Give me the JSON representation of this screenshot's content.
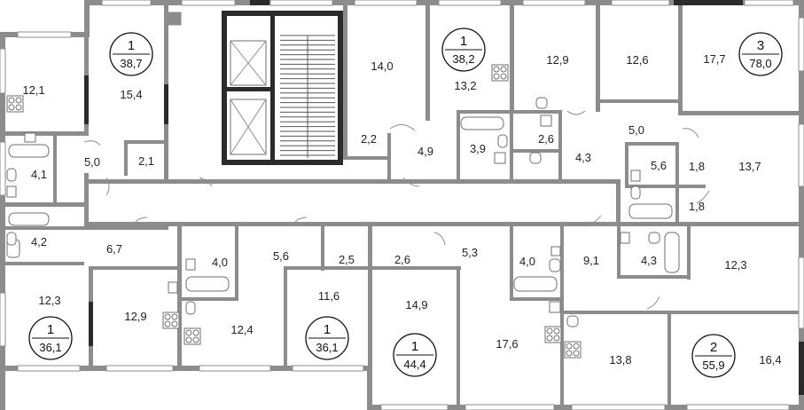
{
  "rooms": [
    {
      "label": "12,1"
    },
    {
      "label": "15,4"
    },
    {
      "label": "4,1"
    },
    {
      "label": "5,0"
    },
    {
      "label": "2,1"
    },
    {
      "label": "14,0"
    },
    {
      "label": "13,2"
    },
    {
      "label": "12,9"
    },
    {
      "label": "12,6"
    },
    {
      "label": "17,7"
    },
    {
      "label": "2,2"
    },
    {
      "label": "4,9"
    },
    {
      "label": "3,9"
    },
    {
      "label": "2,6"
    },
    {
      "label": "4,3"
    },
    {
      "label": "5,0"
    },
    {
      "label": "5,6"
    },
    {
      "label": "1,8"
    },
    {
      "label": "13,7"
    },
    {
      "label": "1,8"
    },
    {
      "label": "4,2"
    },
    {
      "label": "6,7"
    },
    {
      "label": "4,0"
    },
    {
      "label": "5,6"
    },
    {
      "label": "2,5"
    },
    {
      "label": "2,6"
    },
    {
      "label": "5,3"
    },
    {
      "label": "4,0"
    },
    {
      "label": "9,1"
    },
    {
      "label": "4,3"
    },
    {
      "label": "12,3"
    },
    {
      "label": "12,3"
    },
    {
      "label": "12,9"
    },
    {
      "label": "12,4"
    },
    {
      "label": "11,6"
    },
    {
      "label": "14,9"
    },
    {
      "label": "17,6"
    },
    {
      "label": "13,8"
    },
    {
      "label": "16,4"
    }
  ],
  "apartments": [
    {
      "rooms": "1",
      "area": "38,7"
    },
    {
      "rooms": "1",
      "area": "38,2"
    },
    {
      "rooms": "3",
      "area": "78,0"
    },
    {
      "rooms": "1",
      "area": "36,1"
    },
    {
      "rooms": "1",
      "area": "36,1"
    },
    {
      "rooms": "1",
      "area": "44,4"
    },
    {
      "rooms": "2",
      "area": "55,9"
    }
  ]
}
